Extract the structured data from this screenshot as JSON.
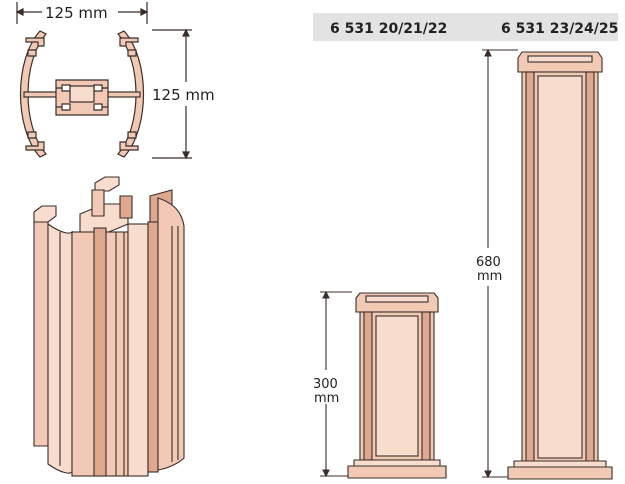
{
  "header": {
    "ref_short": "6 531 20/21/22",
    "ref_tall": "6 531 23/24/25"
  },
  "profile_dimensions": {
    "width_label": "125 mm",
    "height_label": "125 mm"
  },
  "short_column": {
    "height_value": "300",
    "height_unit": "mm"
  },
  "tall_column": {
    "height_value": "680",
    "height_unit": "mm"
  },
  "colors": {
    "fill": "#f1c9b4",
    "fill_light": "#f8ddcf",
    "fill_dark": "#dea88f",
    "outline": "#3a2e2a",
    "header_band": "#e3e3e3"
  }
}
